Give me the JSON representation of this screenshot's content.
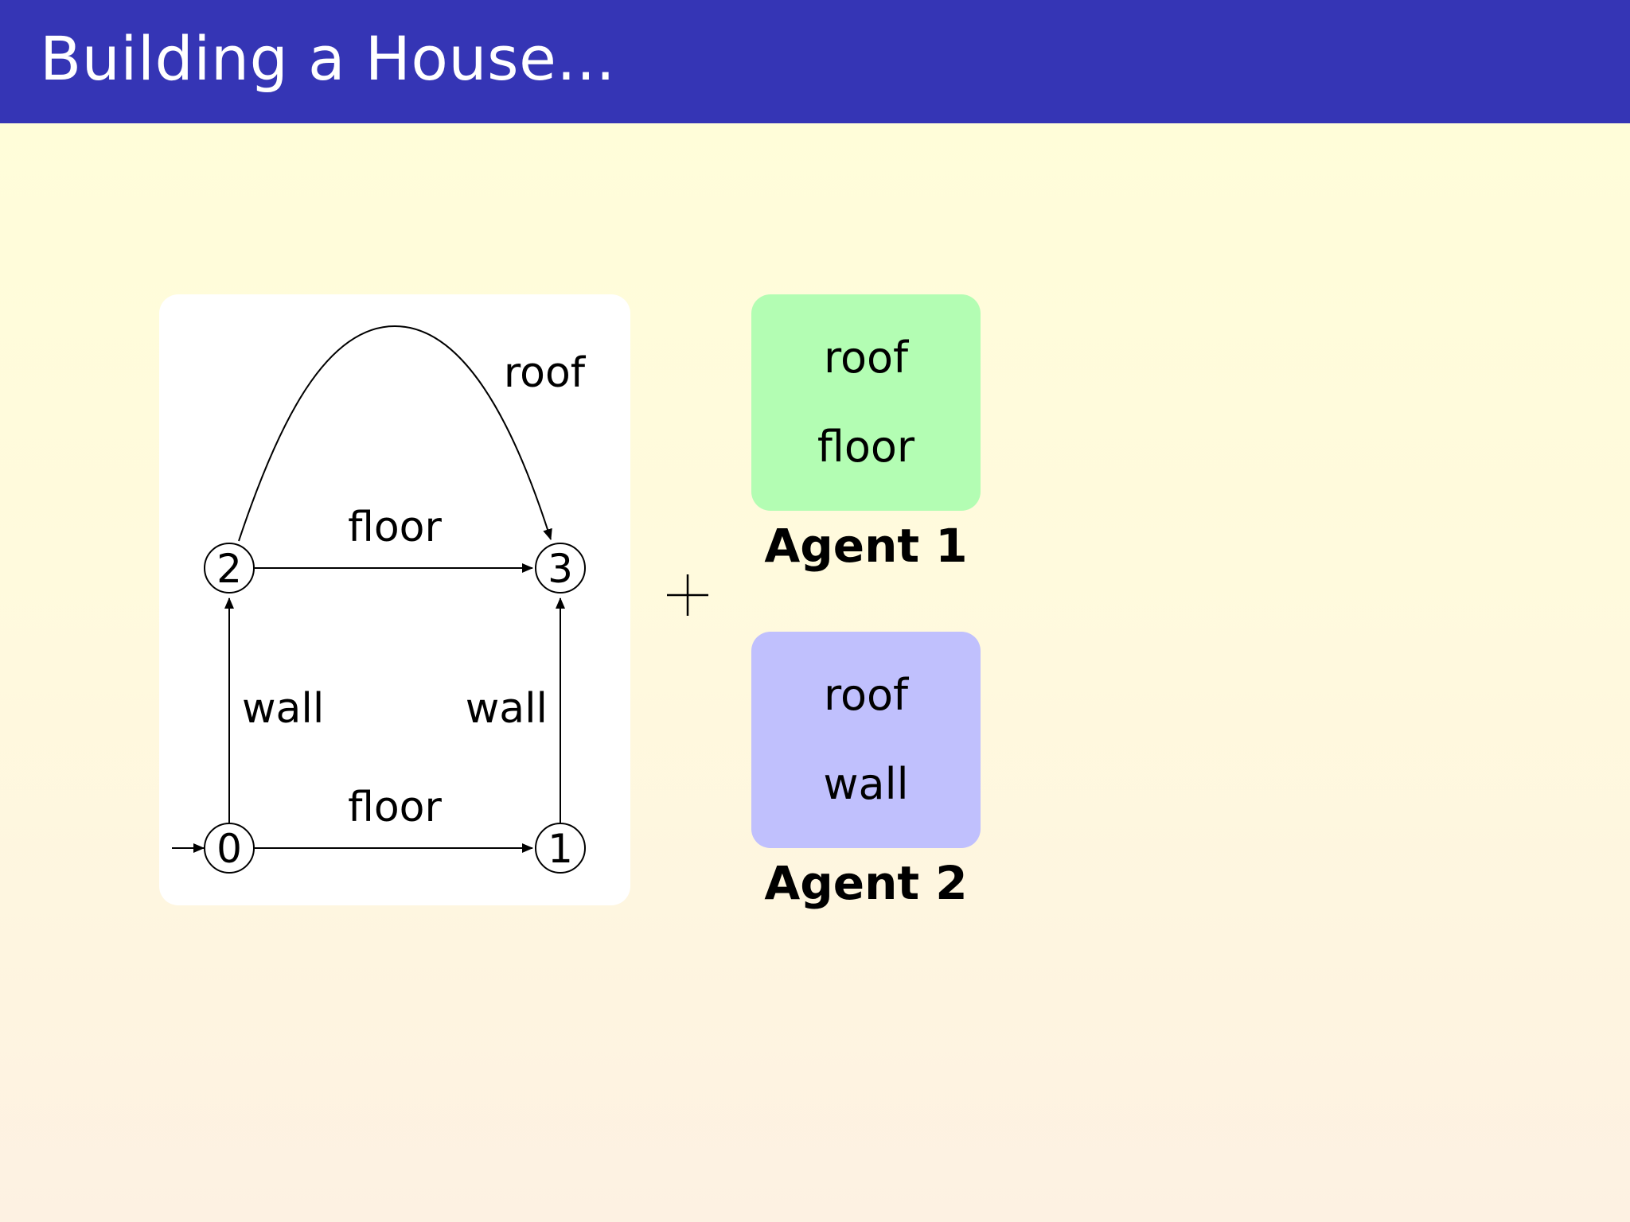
{
  "slide": {
    "title": "Building a House..."
  },
  "diagram": {
    "nodes": [
      "0",
      "1",
      "2",
      "3"
    ],
    "edges": [
      {
        "from": "0",
        "to": "1",
        "label": "floor"
      },
      {
        "from": "0",
        "to": "2",
        "label": "wall"
      },
      {
        "from": "1",
        "to": "3",
        "label": "wall"
      },
      {
        "from": "2",
        "to": "3",
        "label": "floor"
      },
      {
        "from": "2",
        "to": "3",
        "label": "roof"
      }
    ],
    "initial": "0"
  },
  "operator": "+",
  "agents": [
    {
      "name": "Agent 1",
      "actions": [
        "roof",
        "floor"
      ],
      "color": "#b3fdb3"
    },
    {
      "name": "Agent 2",
      "actions": [
        "roof",
        "wall"
      ],
      "color": "#c0c0fd"
    }
  ],
  "colors": {
    "header": "#3535b5"
  }
}
